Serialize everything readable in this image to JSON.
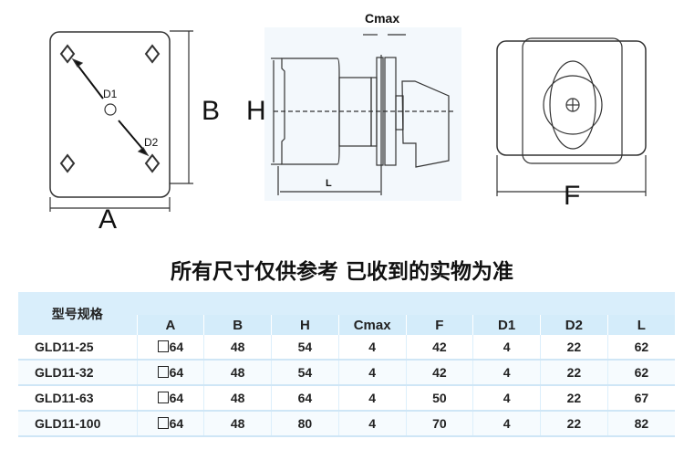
{
  "diagrams": {
    "front_view": {
      "labels": {
        "a": "A",
        "b": "B",
        "d1": "D1",
        "d2": "D2"
      }
    },
    "side_view": {
      "labels": {
        "h": "H",
        "l": "L",
        "cmax": "Cmax"
      }
    },
    "handle_view": {
      "labels": {
        "f": "F"
      }
    }
  },
  "note": "所有尺寸仅供参考 已收到的实物为准",
  "table": {
    "model_header": "型号规格",
    "columns": [
      "A",
      "B",
      "H",
      "Cmax",
      "F",
      "D1",
      "D2",
      "L"
    ],
    "rows": [
      {
        "model": "GLD11-25",
        "A": "64",
        "B": "48",
        "H": "54",
        "Cmax": "4",
        "F": "42",
        "D1": "4",
        "D2": "22",
        "L": "62"
      },
      {
        "model": "GLD11-32",
        "A": "64",
        "B": "48",
        "H": "54",
        "Cmax": "4",
        "F": "42",
        "D1": "4",
        "D2": "22",
        "L": "62"
      },
      {
        "model": "GLD11-63",
        "A": "64",
        "B": "48",
        "H": "64",
        "Cmax": "4",
        "F": "50",
        "D1": "4",
        "D2": "22",
        "L": "67"
      },
      {
        "model": "GLD11-100",
        "A": "64",
        "B": "48",
        "H": "80",
        "Cmax": "4",
        "F": "70",
        "D1": "4",
        "D2": "22",
        "L": "82"
      }
    ]
  }
}
